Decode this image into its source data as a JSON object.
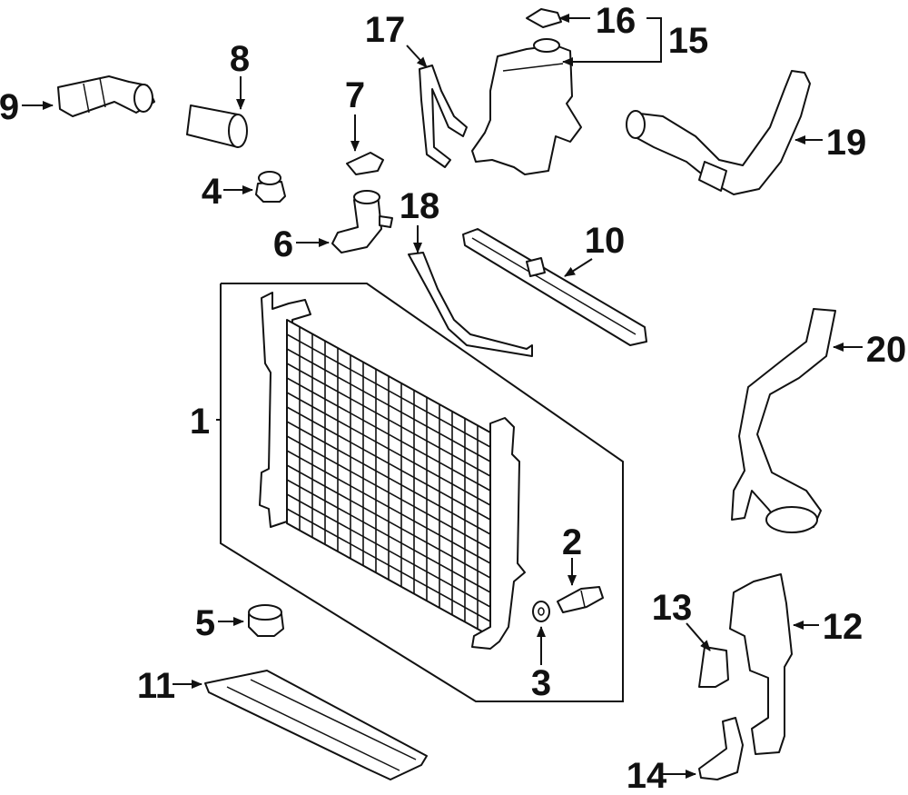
{
  "colors": {
    "line": "#111111",
    "background": "#ffffff"
  },
  "callouts": [
    {
      "id": "1",
      "text": "1",
      "part": "radiator-core"
    },
    {
      "id": "2",
      "text": "2",
      "part": "drain-cock"
    },
    {
      "id": "3",
      "text": "3",
      "part": "drain-washer"
    },
    {
      "id": "4",
      "text": "4",
      "part": "upper-mount-cushion"
    },
    {
      "id": "5",
      "text": "5",
      "part": "lower-mount-cushion"
    },
    {
      "id": "6",
      "text": "6",
      "part": "filler-neck"
    },
    {
      "id": "7",
      "text": "7",
      "part": "radiator-cap"
    },
    {
      "id": "8",
      "text": "8",
      "part": "hose-sleeve"
    },
    {
      "id": "9",
      "text": "9",
      "part": "elbow-hose"
    },
    {
      "id": "10",
      "text": "10",
      "part": "upper-support"
    },
    {
      "id": "11",
      "text": "11",
      "part": "lower-air-guide"
    },
    {
      "id": "12",
      "text": "12",
      "part": "side-bracket"
    },
    {
      "id": "13",
      "text": "13",
      "part": "small-bracket"
    },
    {
      "id": "14",
      "text": "14",
      "part": "lower-bracket"
    },
    {
      "id": "15",
      "text": "15",
      "part": "reservoir-tank"
    },
    {
      "id": "16",
      "text": "16",
      "part": "reservoir-cap"
    },
    {
      "id": "17",
      "text": "17",
      "part": "overflow-hose"
    },
    {
      "id": "18",
      "text": "18",
      "part": "bypass-hose"
    },
    {
      "id": "19",
      "text": "19",
      "part": "upper-radiator-hose"
    },
    {
      "id": "20",
      "text": "20",
      "part": "lower-radiator-hose"
    }
  ]
}
